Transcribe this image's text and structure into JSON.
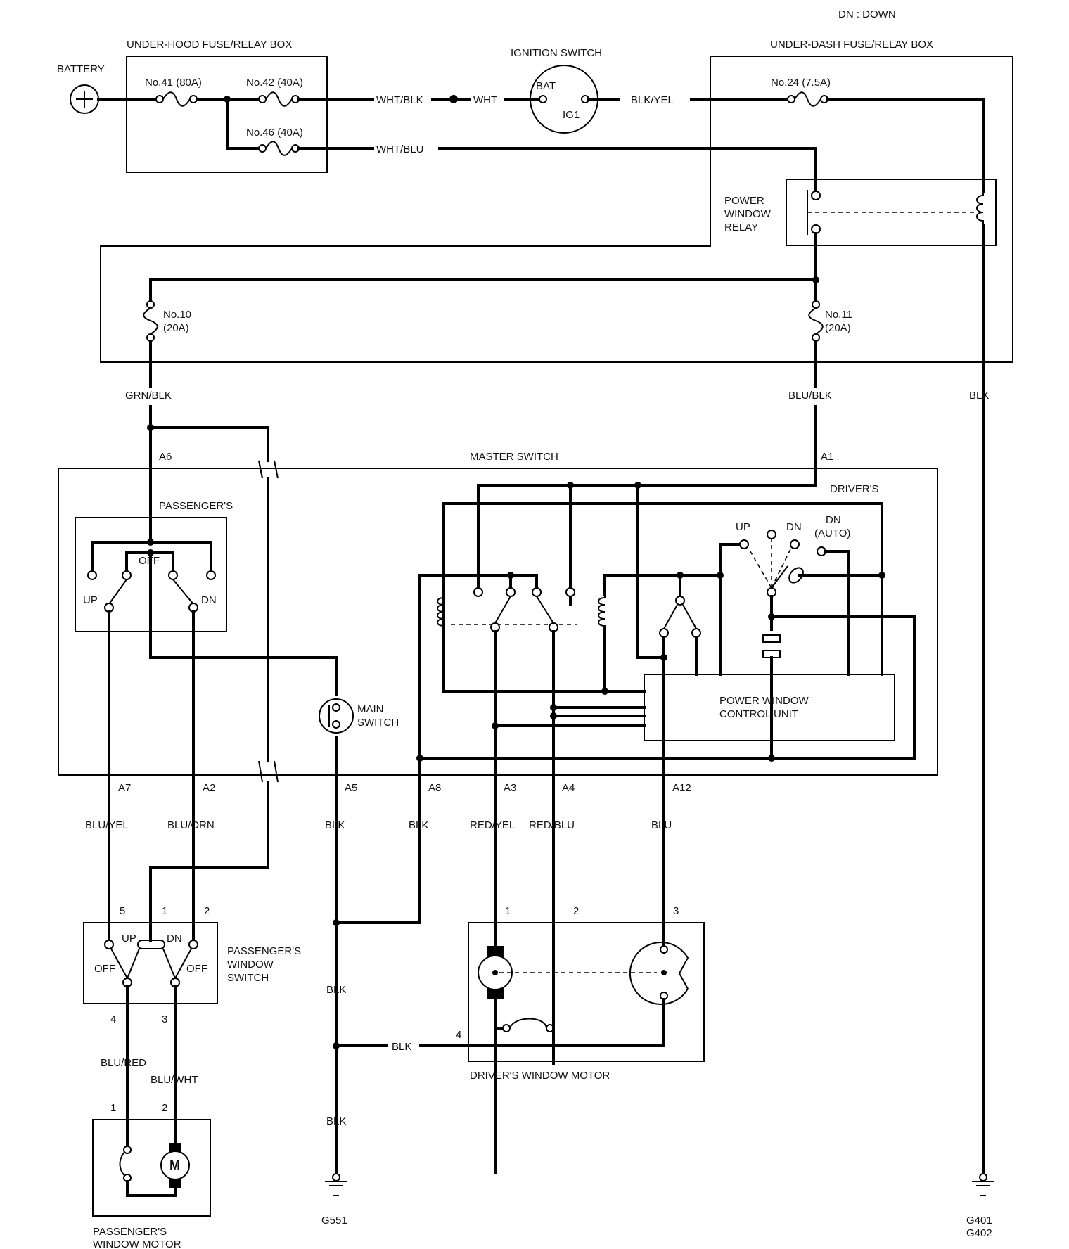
{
  "legend": {
    "dn_abbrev": "DN :  DOWN"
  },
  "components": {
    "battery": "BATTERY",
    "underhood_box": "UNDER-HOOD FUSE/RELAY BOX",
    "ignition_switch": "IGNITION SWITCH",
    "ignition_bat": "BAT",
    "ignition_ig1": "IG1",
    "underdash_box": "UNDER-DASH FUSE/RELAY BOX",
    "power_window_relay": [
      "POWER",
      "WINDOW",
      "RELAY"
    ],
    "master_switch": "MASTER SWITCH",
    "passengers_section": "PASSENGER'S",
    "drivers_section": "DRIVER'S",
    "main_switch": [
      "MAIN",
      "SWITCH"
    ],
    "control_unit": [
      "POWER WINDOW",
      "CONTROL UNIT"
    ],
    "passengers_window_switch": [
      "PASSENGER'S",
      "WINDOW",
      "SWITCH"
    ],
    "drivers_window_motor": "DRIVER'S WINDOW MOTOR",
    "passengers_window_motor": [
      "PASSENGER'S",
      "WINDOW MOTOR"
    ],
    "motor_symbol": "M"
  },
  "fuses": {
    "f41": "No.41 (80A)",
    "f42": "No.42 (40A)",
    "f46": "No.46 (40A)",
    "f24": "No.24 (7.5A)",
    "f10": [
      "No.10",
      "(20A)"
    ],
    "f11": [
      "No.11",
      "(20A)"
    ]
  },
  "wires": {
    "wht_blk": "WHT/BLK",
    "wht": "WHT",
    "blk_yel": "BLK/YEL",
    "wht_blu": "WHT/BLU",
    "grn_blk": "GRN/BLK",
    "blu_blk": "BLU/BLK",
    "blk": "BLK",
    "blu_yel": "BLU/YEL",
    "blu_orn": "BLU/ORN",
    "red_yel": "RED/YEL",
    "red_blu": "RED/BLU",
    "blu": "BLU",
    "blu_red": "BLU/RED",
    "blu_wht": "BLU/WHT"
  },
  "terminals": {
    "a1": "A1",
    "a2": "A2",
    "a3": "A3",
    "a4": "A4",
    "a5": "A5",
    "a6": "A6",
    "a7": "A7",
    "a8": "A8",
    "a12": "A12",
    "p1": "1",
    "p2": "2",
    "p3": "3",
    "p4": "4",
    "p5": "5"
  },
  "switch_positions": {
    "up": "UP",
    "dn": "DN",
    "off": "OFF",
    "dn_auto": [
      "DN",
      "(AUTO)"
    ]
  },
  "grounds": {
    "g551": "G551",
    "g401": "G401",
    "g402": "G402"
  }
}
